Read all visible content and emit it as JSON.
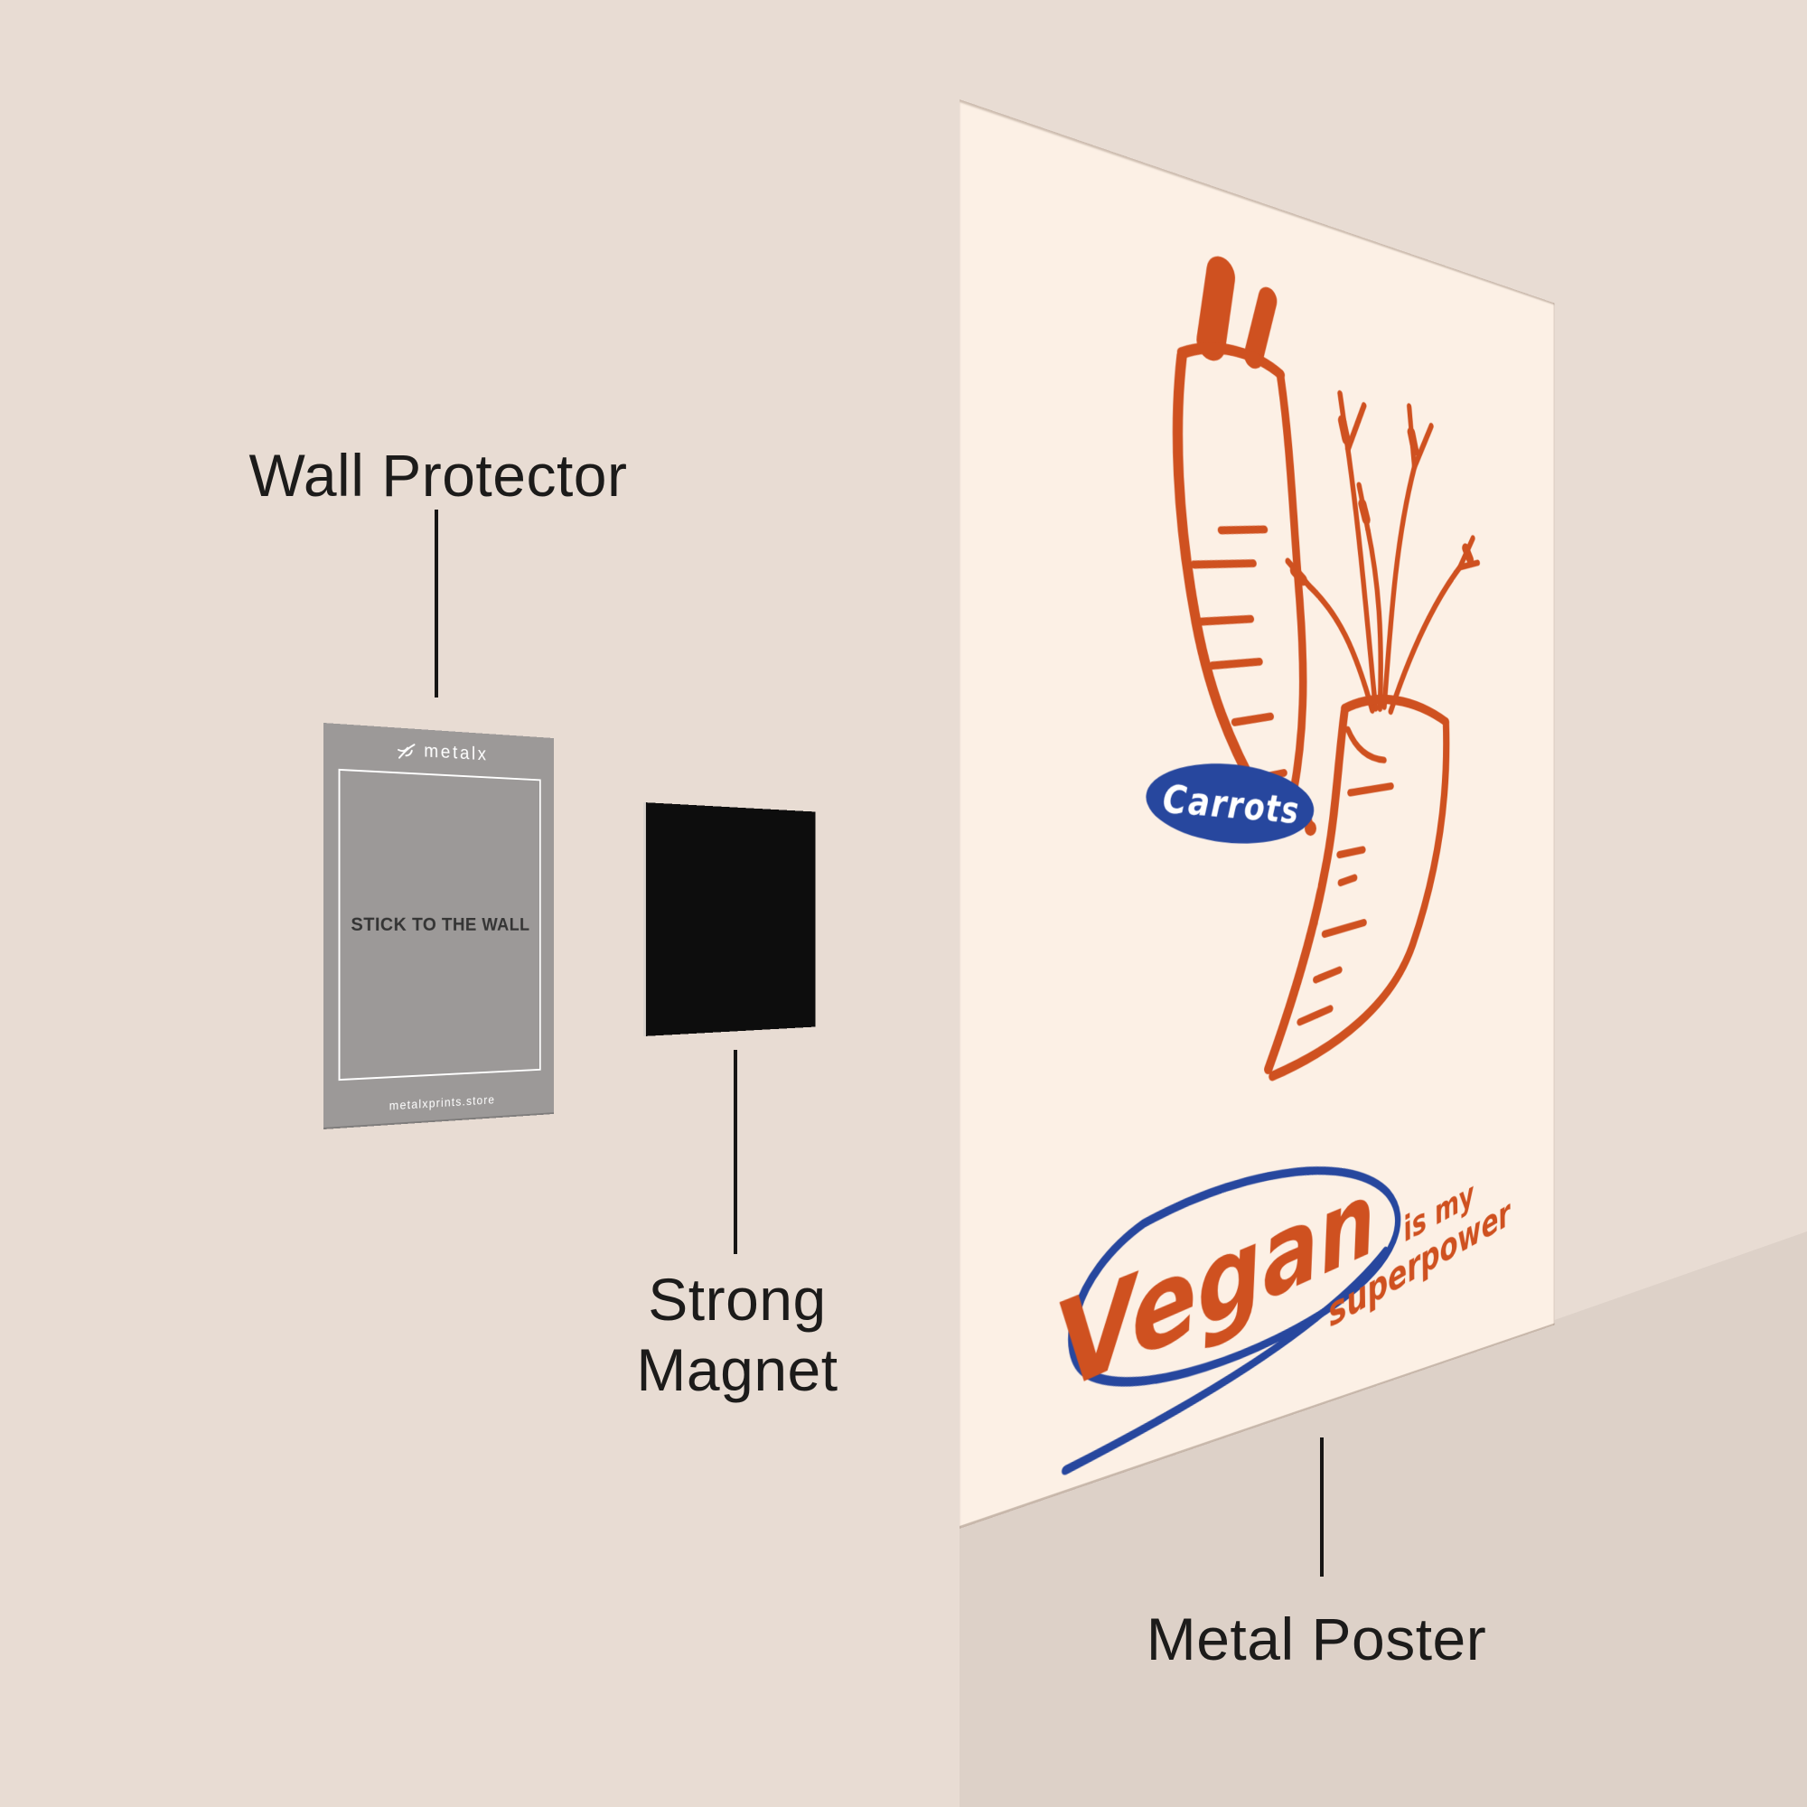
{
  "labels": {
    "wall_protector": "Wall Protector",
    "strong_magnet": "Strong\nMagnet",
    "metal_poster": "Metal Poster"
  },
  "wall_protector_card": {
    "brand": "metalx",
    "message": "STICK TO THE WALL",
    "website": "metalxprints.store"
  },
  "poster": {
    "badge": "Carrots",
    "headline": "Vegan",
    "tagline_line1": "is my",
    "tagline_line2": "superpower"
  },
  "icons": {
    "brand_mark": "metalx-logo-icon"
  },
  "colors": {
    "background": "#e8dcd3",
    "wall_shadow": "#ddd1c8",
    "poster_background": "#fcf0e5",
    "illustration_orange": "#cf5120",
    "badge_blue": "#27479e",
    "card_gray": "#9c9998",
    "card_message_text": "#343434",
    "card_text_white": "#ffffff",
    "magnet_black": "#0d0d0d",
    "label_text": "#1c1b1a"
  }
}
